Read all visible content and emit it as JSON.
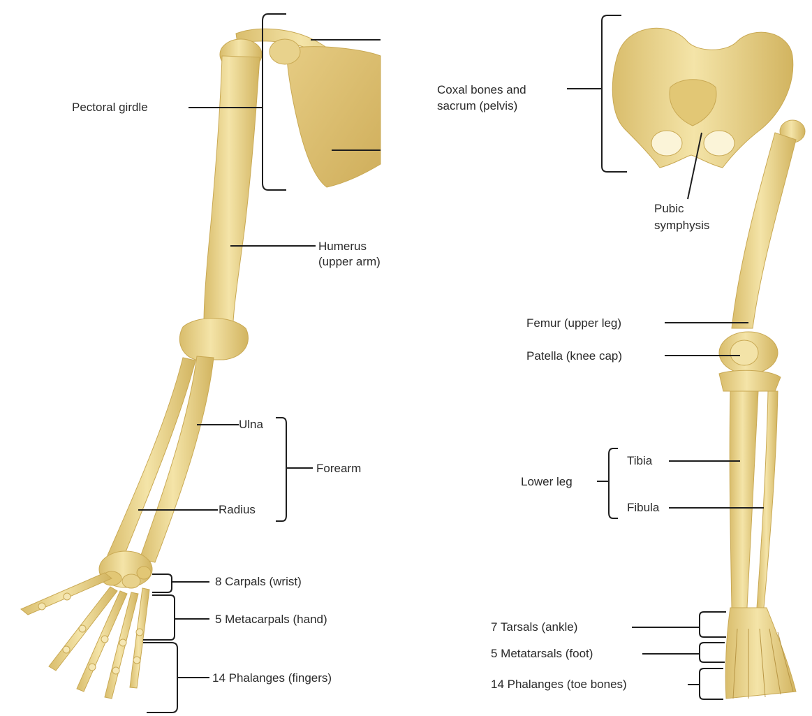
{
  "colors": {
    "bone": "#ecd78f",
    "bone_shade": "#d4b865",
    "bone_light": "#f7ecc0",
    "line": "#1e1e1e",
    "text": "#2a2a2a"
  },
  "upper_limb": {
    "pectoral_girdle": "Pectoral girdle",
    "humerus_line1": "Humerus",
    "humerus_line2": "(upper arm)",
    "ulna": "Ulna",
    "radius": "Radius",
    "forearm": "Forearm",
    "carpals": "8 Carpals (wrist)",
    "metacarpals": "5 Metacarpals (hand)",
    "phalanges": "14 Phalanges (fingers)"
  },
  "lower_limb": {
    "coxal_line1": "Coxal bones and",
    "coxal_line2": "sacrum (pelvis)",
    "pubic_line1": "Pubic",
    "pubic_line2": "symphysis",
    "femur": "Femur (upper leg)",
    "patella": "Patella (knee cap)",
    "lower_leg": "Lower leg",
    "tibia": "Tibia",
    "fibula": "Fibula",
    "tarsals": "7 Tarsals (ankle)",
    "metatarsals": "5 Metatarsals (foot)",
    "phalanges": "14 Phalanges (toe bones)"
  }
}
